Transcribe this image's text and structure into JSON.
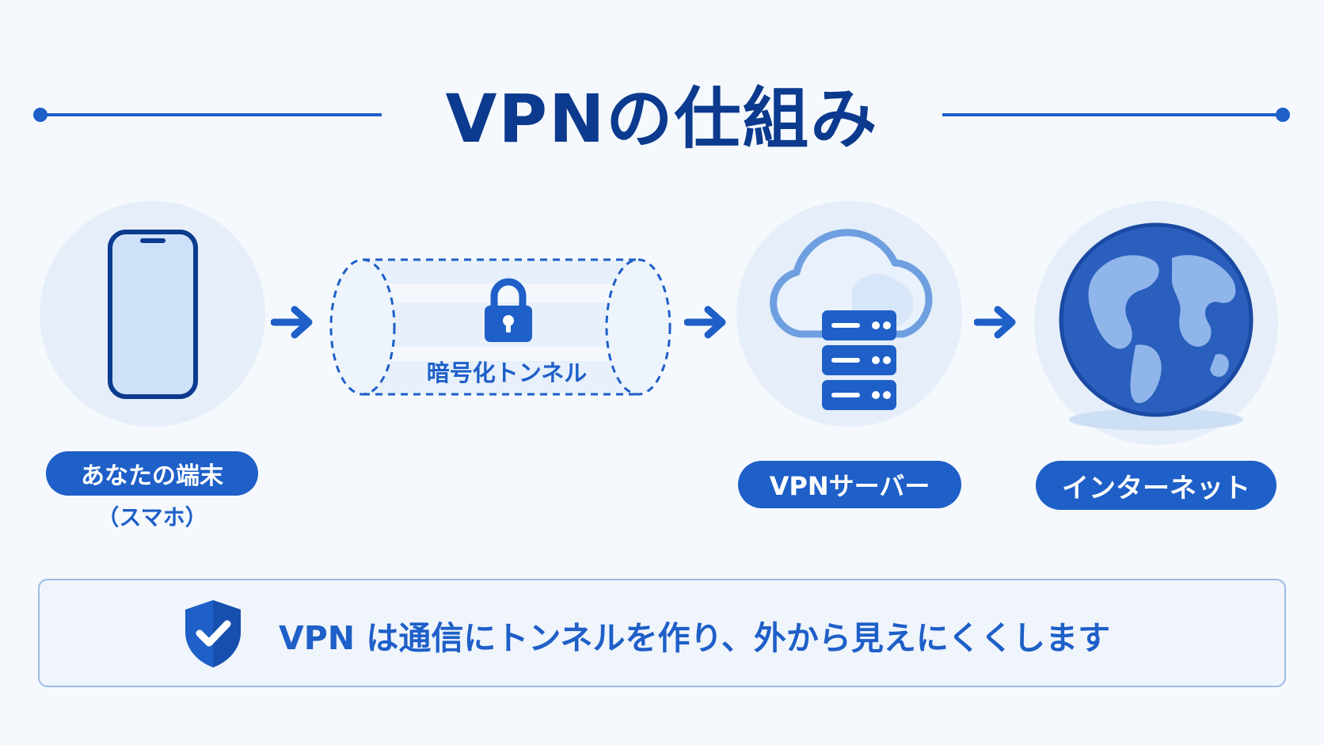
{
  "title": "VPNの仕組み",
  "nodes": {
    "device": {
      "label": "あなたの端末",
      "sublabel": "（スマホ）",
      "icon": "smartphone-icon"
    },
    "tunnel": {
      "label": "暗号化トンネル",
      "icon": "padlock-icon"
    },
    "server": {
      "label": "VPNサーバー",
      "icon": "cloud-server-icon"
    },
    "internet": {
      "label": "インターネット",
      "icon": "globe-icon"
    }
  },
  "info": {
    "text": "VPN は通信にトンネルを作り、外から見えにくくします",
    "icon": "shield-check-icon"
  },
  "colors": {
    "primary": "#1e5fc8",
    "title": "#0b3a8e",
    "circle": "#e5eef9",
    "background": "#f5f9fd"
  }
}
